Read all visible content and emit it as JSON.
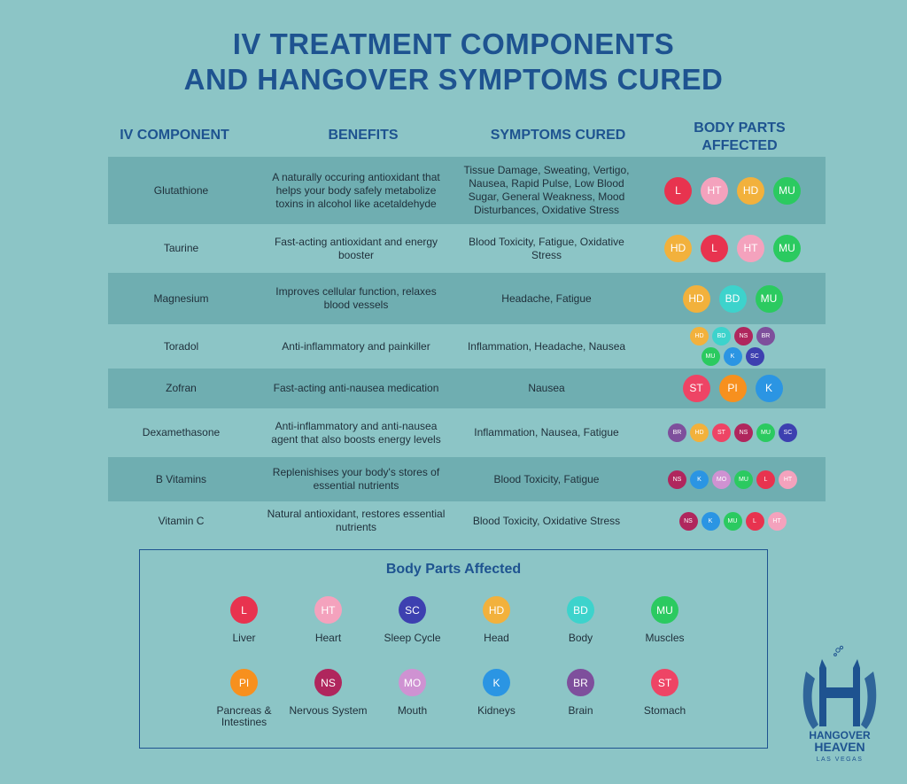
{
  "title": {
    "line1": "IV TREATMENT COMPONENTS",
    "line2": "AND HANGOVER SYMPTOMS CURED"
  },
  "headers": {
    "component": "IV COMPONENT",
    "benefits": "BENEFITS",
    "symptoms": "SYMPTOMS CURED",
    "body_parts": "BODY PARTS AFFECTED"
  },
  "colors": {
    "L": "#e8334f",
    "HT": "#f4a2bd",
    "SC": "#3d40b0",
    "HD": "#f2b13c",
    "BD": "#3dd3cc",
    "MU": "#2bca60",
    "PI": "#f7901e",
    "NS": "#b0265d",
    "MO": "#cf92d2",
    "K": "#2b95e3",
    "BR": "#7e4f9c",
    "ST": "#ee4465"
  },
  "rows": [
    {
      "component": "Glutathione",
      "benefits": "A naturally occuring antioxidant that helps your body safely metabolize toxins in alcohol like acetaldehyde",
      "symptoms": "Tissue Damage, Sweating, Vertigo, Nausea, Rapid Pulse, Low Blood Sugar, General Weakness, Mood Disturbances, Oxidative Stress",
      "parts": [
        "L",
        "HT",
        "HD",
        "MU"
      ]
    },
    {
      "component": "Taurine",
      "benefits": "Fast-acting antioxidant and energy booster",
      "symptoms": "Blood Toxicity, Fatigue, Oxidative Stress",
      "parts": [
        "HD",
        "L",
        "HT",
        "MU"
      ]
    },
    {
      "component": "Magnesium",
      "benefits": "Improves cellular function, relaxes blood vessels",
      "symptoms": "Headache, Fatigue",
      "parts": [
        "HD",
        "BD",
        "MU"
      ]
    },
    {
      "component": "Toradol",
      "benefits": "Anti-inflammatory and painkiller",
      "symptoms": "Inflammation, Headache, Nausea",
      "parts": [
        "HD",
        "BD",
        "NS",
        "BR",
        "MU",
        "K",
        "SC"
      ]
    },
    {
      "component": "Zofran",
      "benefits": "Fast-acting anti-nausea medication",
      "symptoms": "Nausea",
      "parts": [
        "ST",
        "PI",
        "K"
      ]
    },
    {
      "component": "Dexamethasone",
      "benefits": "Anti-inflammatory and anti-nausea agent that also boosts energy levels",
      "symptoms": "Inflammation, Nausea, Fatigue",
      "parts": [
        "BR",
        "HD",
        "ST",
        "NS",
        "MU",
        "SC"
      ]
    },
    {
      "component": "B Vitamins",
      "benefits": "Replenishises your body's stores of essential nutrients",
      "symptoms": "Blood Toxicity, Fatigue",
      "parts": [
        "NS",
        "K",
        "MO",
        "MU",
        "L",
        "HT"
      ]
    },
    {
      "component": "Vitamin C",
      "benefits": "Natural antioxidant, restores essential nutrients",
      "symptoms": "Blood Toxicity, Oxidative Stress",
      "parts": [
        "NS",
        "K",
        "MU",
        "L",
        "HT"
      ]
    }
  ],
  "legend": {
    "title": "Body Parts Affected",
    "items": [
      {
        "code": "L",
        "label": "Liver"
      },
      {
        "code": "HT",
        "label": "Heart"
      },
      {
        "code": "SC",
        "label": "Sleep Cycle"
      },
      {
        "code": "HD",
        "label": "Head"
      },
      {
        "code": "BD",
        "label": "Body"
      },
      {
        "code": "MU",
        "label": "Muscles"
      },
      {
        "code": "PI",
        "label": "Pancreas & Intestines"
      },
      {
        "code": "NS",
        "label": "Nervous System"
      },
      {
        "code": "MO",
        "label": "Mouth"
      },
      {
        "code": "K",
        "label": "Kidneys"
      },
      {
        "code": "BR",
        "label": "Brain"
      },
      {
        "code": "ST",
        "label": "Stomach"
      }
    ]
  },
  "logo": {
    "line1": "HANGOVER",
    "line2": "HEAVEN",
    "line3": "LAS VEGAS"
  }
}
